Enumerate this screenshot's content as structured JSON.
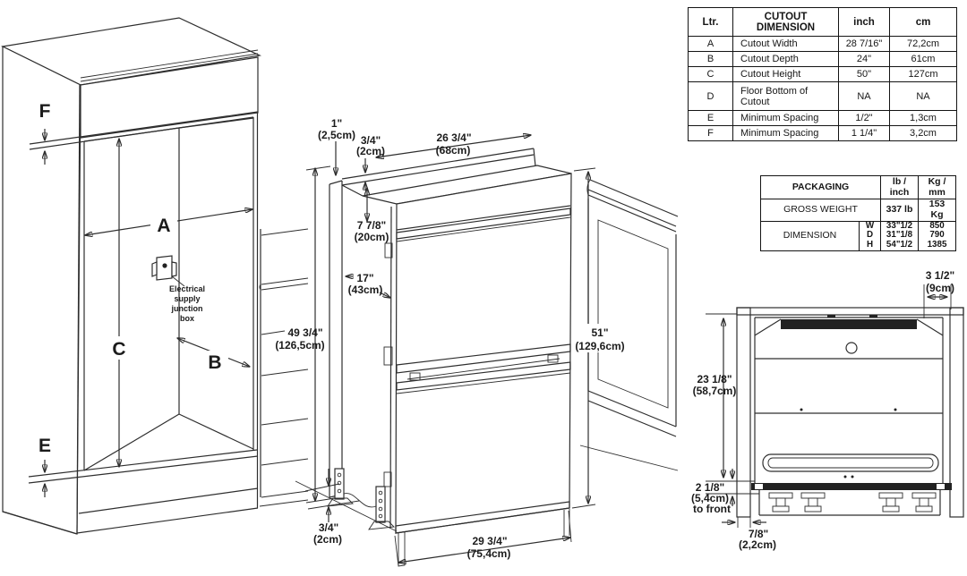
{
  "cutout_table": {
    "headers": {
      "ltr": "Ltr.",
      "dimension": "CUTOUT DIMENSION",
      "inch": "inch",
      "cm": "cm"
    },
    "rows": [
      {
        "ltr": "A",
        "dimension": "Cutout Width",
        "inch": "28 7/16\"",
        "cm": "72,2cm"
      },
      {
        "ltr": "B",
        "dimension": "Cutout Depth",
        "inch": "24\"",
        "cm": "61cm"
      },
      {
        "ltr": "C",
        "dimension": "Cutout Height",
        "inch": "50\"",
        "cm": "127cm"
      },
      {
        "ltr": "D",
        "dimension": "Floor Bottom of Cutout",
        "inch": "NA",
        "cm": "NA"
      },
      {
        "ltr": "E",
        "dimension": "Minimum Spacing",
        "inch": "1/2\"",
        "cm": "1,3cm"
      },
      {
        "ltr": "F",
        "dimension": "Minimum Spacing",
        "inch": "1 1/4\"",
        "cm": "3,2cm"
      }
    ]
  },
  "packaging_table": {
    "title": "PACKAGING",
    "col_inch": "lb /\ninch",
    "col_metric": "Kg /\nmm",
    "gross_weight_label": "GROSS WEIGHT",
    "gross_weight_lb": "337 lb",
    "gross_weight_kg": "153 Kg",
    "dimension_label": "DIMENSION",
    "axes": "W\nD\nH",
    "dims_inch": "33\"1/2\n31\"1/8\n54\"1/2",
    "dims_mm": "850\n790\n1385"
  },
  "cutout_drawing": {
    "letters": {
      "a": "A",
      "b": "B",
      "c": "C",
      "e": "E",
      "f": "F"
    },
    "junction_note": {
      "l1": "Electrical",
      "l2": "supply",
      "l3": "junction",
      "l4": "box"
    }
  },
  "product_drawing": {
    "top_gap": {
      "in": "1\"",
      "cm": "(2,5cm)"
    },
    "rail": {
      "in": "3/4\"",
      "cm": "(2cm)"
    },
    "top_depth": {
      "in": "26 3/4\"",
      "cm": "(68cm)"
    },
    "upper_h": {
      "in": "7 7/8\"",
      "cm": "(20cm)"
    },
    "frame_d": {
      "in": "17\"",
      "cm": "(43cm)"
    },
    "frame_h": {
      "in": "49 3/4\"",
      "cm": "(126,5cm)"
    },
    "total_h": {
      "in": "51\"",
      "cm": "(129,6cm)"
    },
    "bottom_gap": {
      "in": "3/4\"",
      "cm": "(2cm)"
    },
    "width": {
      "in": "29 3/4\"",
      "cm": "(75,4cm)"
    }
  },
  "top_view": {
    "side_gap": {
      "in": "3 1/2\"",
      "cm": "(9cm)"
    },
    "depth": {
      "in": "23 1/8\"",
      "cm": "(58,7cm)"
    },
    "front_gap": {
      "in": "2 1/8\"",
      "cm": "(5,4cm)",
      "note": "to front"
    },
    "wall": {
      "in": "7/8\"",
      "cm": "(2,2cm)"
    }
  }
}
